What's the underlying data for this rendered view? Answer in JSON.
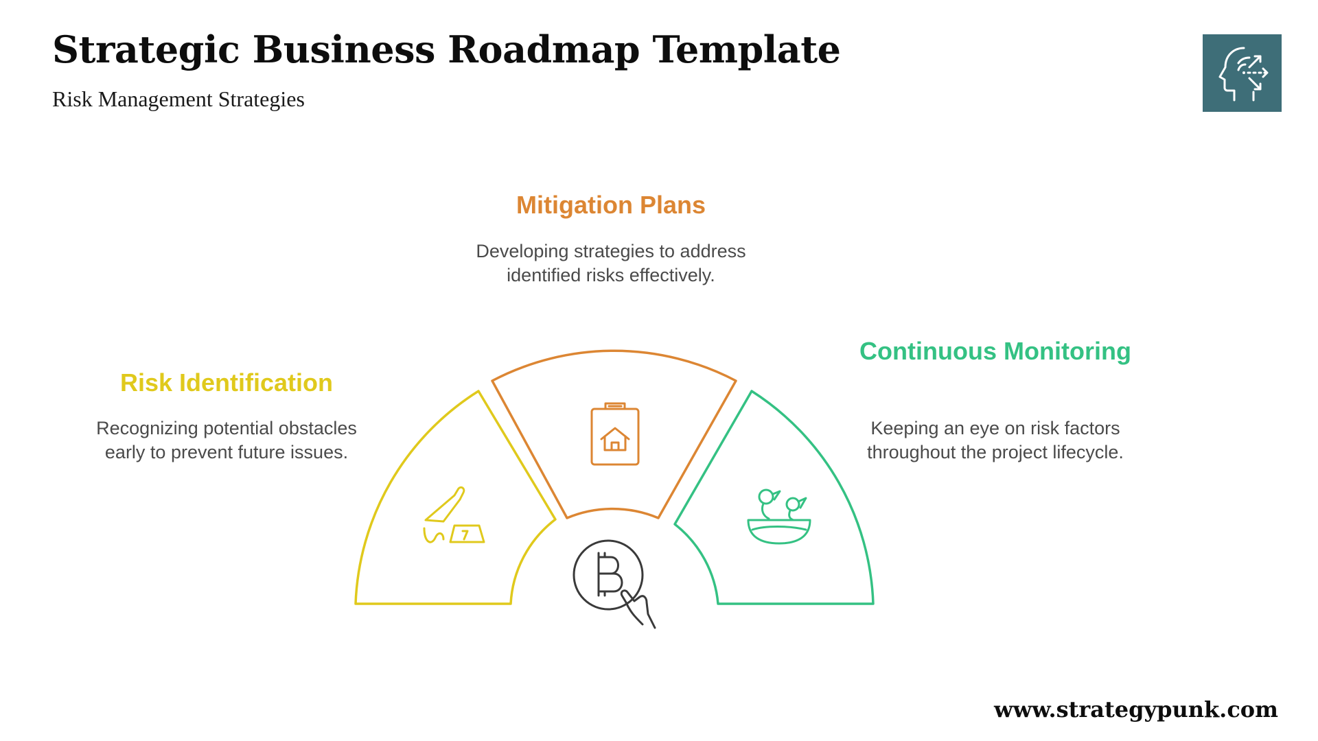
{
  "header": {
    "title": "Strategic Business Roadmap Template",
    "subtitle": "Risk Management Strategies"
  },
  "logo": {
    "icon": "head-arrows-icon",
    "background": "#3e6e78"
  },
  "segments": [
    {
      "heading": "Risk Identification",
      "description": "Recognizing potential obstacles early to prevent future issues.",
      "color": "#e0c91c",
      "icon": "knife-calendar-icon"
    },
    {
      "heading": "Mitigation Plans",
      "description": "Developing strategies to address identified risks effectively.",
      "color": "#dc8633",
      "icon": "clipboard-house-icon"
    },
    {
      "heading": "Continuous Monitoring",
      "description": "Keeping an eye on risk factors throughout the project lifecycle.",
      "color": "#34c183",
      "icon": "birds-nest-icon"
    }
  ],
  "center": {
    "icon": "bitcoin-hand-icon"
  },
  "footer": {
    "url": "www.strategypunk.com"
  }
}
